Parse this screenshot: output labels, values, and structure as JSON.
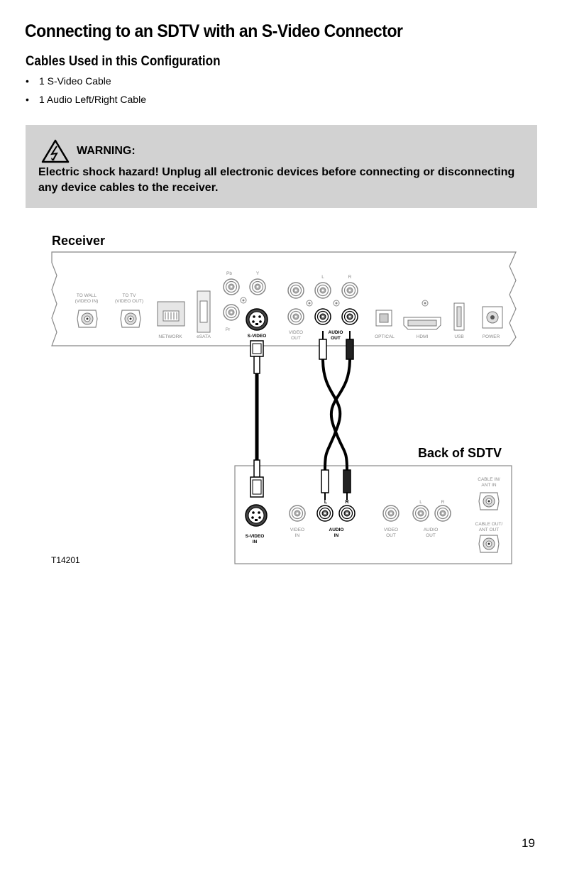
{
  "heading": "Connecting to an SDTV with an S-Video Connector",
  "subheading": "Cables Used in this Configuration",
  "bullets": [
    "1 S-Video Cable",
    "1 Audio Left/Right Cable"
  ],
  "bullet_symbol": "•",
  "warning": {
    "icon": "electric-hazard-warning-icon",
    "title": "WARNING:",
    "body": "Electric shock hazard! Unplug all electronic devices before connecting or disconnecting any device cables to the receiver."
  },
  "figure": {
    "receiver_label": "Receiver",
    "sdtv_label": "Back of SDTV",
    "figure_code": "T14201",
    "receiver_ports": {
      "to_wall_1": "TO WALL",
      "to_wall_2": "(VIDEO IN)",
      "to_tv_1": "TO TV",
      "to_tv_2": "(VIDEO OUT)",
      "network": "NETWORK",
      "esata": "eSATA",
      "pb": "Pb",
      "y": "Y",
      "pr": "Pr",
      "svideo": "S-VIDEO",
      "video_out_1": "VIDEO",
      "video_out_2": "OUT",
      "audio_out_1": "AUDIO",
      "audio_out_2": "OUT",
      "l": "L",
      "r": "R",
      "optical": "OPTICAL",
      "hdmi": "HDMI",
      "usb": "USB",
      "power": "POWER"
    },
    "cable_labels": {
      "l": "L",
      "r": "R"
    },
    "sdtv_ports": {
      "svideo_in_1": "S-VIDEO",
      "svideo_in_2": "IN",
      "video_in_1": "VIDEO",
      "video_in_2": "IN",
      "audio_in_1": "AUDIO",
      "audio_in_2": "IN",
      "video_out_1": "VIDEO",
      "video_out_2": "OUT",
      "audio_out_1": "AUDIO",
      "audio_out_2": "OUT",
      "l": "L",
      "r": "R",
      "cable_in_1": "CABLE IN/",
      "cable_in_2": "ANT IN",
      "cable_out_1": "CABLE OUT/",
      "cable_out_2": "ANT OUT"
    }
  },
  "page_number": "19"
}
